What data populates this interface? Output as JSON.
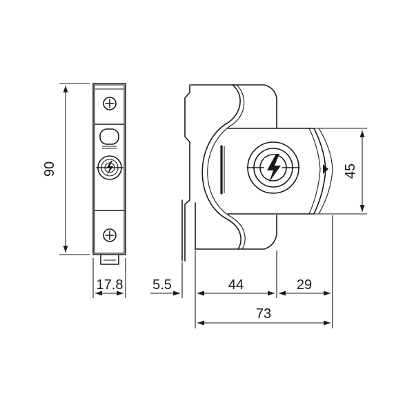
{
  "dimensions": {
    "height_front": "90",
    "width_front": "17.8",
    "rail_offset": "5.5",
    "body_depth": "44",
    "front_depth": "29",
    "total_depth": "73",
    "front_height": "45"
  },
  "symbols": {
    "screw_terminal_top": "screw-icon",
    "screw_terminal_bottom": "screw-icon",
    "surge_indicator": "lightning-bolt-icon"
  }
}
